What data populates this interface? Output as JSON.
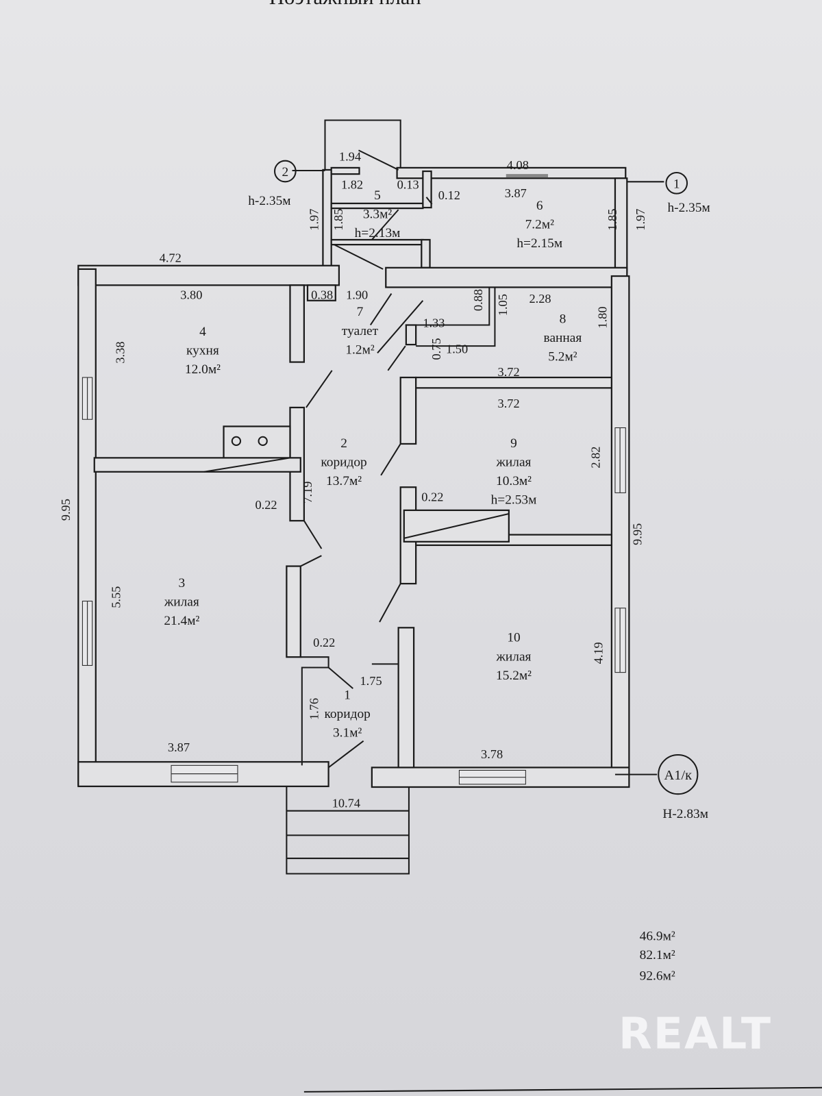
{
  "title": "Поэтажный план",
  "axis_markers": [
    "2",
    "1",
    "А1/к"
  ],
  "level_marks": [
    "h-2.35м",
    "h-2.35м",
    "H-2.83м"
  ],
  "rooms": [
    {
      "number": "5",
      "area": "3.3м²",
      "height": "h=2.13м"
    },
    {
      "number": "6",
      "area": "7.2м²",
      "height": "h=2.15м"
    },
    {
      "number": "7",
      "name": "туалет",
      "area": "1.2м²"
    },
    {
      "number": "4",
      "name": "кухня",
      "area": "12.0м²"
    },
    {
      "number": "8",
      "name": "ванная",
      "area": "5.2м²"
    },
    {
      "number": "2",
      "name": "коридор",
      "area": "13.7м²"
    },
    {
      "number": "9",
      "name": "жилая",
      "area": "10.3м²",
      "height": "h=2.53м"
    },
    {
      "number": "3",
      "name": "жилая",
      "area": "21.4м²"
    },
    {
      "number": "10",
      "name": "жилая",
      "area": "15.2м²"
    },
    {
      "number": "1",
      "name": "коридор",
      "area": "3.1м²"
    }
  ],
  "dimensions": [
    "1.94",
    "1.82",
    "0.13",
    "0.12",
    "4.08",
    "3.87",
    "1.97",
    "1.85",
    "1.85",
    "1.97",
    "4.72",
    "3.80",
    "0.38",
    "1.90",
    "2.28",
    "0.88",
    "1.05",
    "1.33",
    "1.50",
    "0.75",
    "1.80",
    "3.38",
    "3.72",
    "3.72",
    "2.82",
    "9.95",
    "0.22",
    "7.19",
    "0.22",
    "9.95",
    "5.55",
    "0.22",
    "1.75",
    "4.19",
    "1.76",
    "3.87",
    "3.78",
    "10.74"
  ],
  "totals": [
    "46.9м²",
    "82.1м²",
    "92.6м²"
  ],
  "watermark": "REALT"
}
